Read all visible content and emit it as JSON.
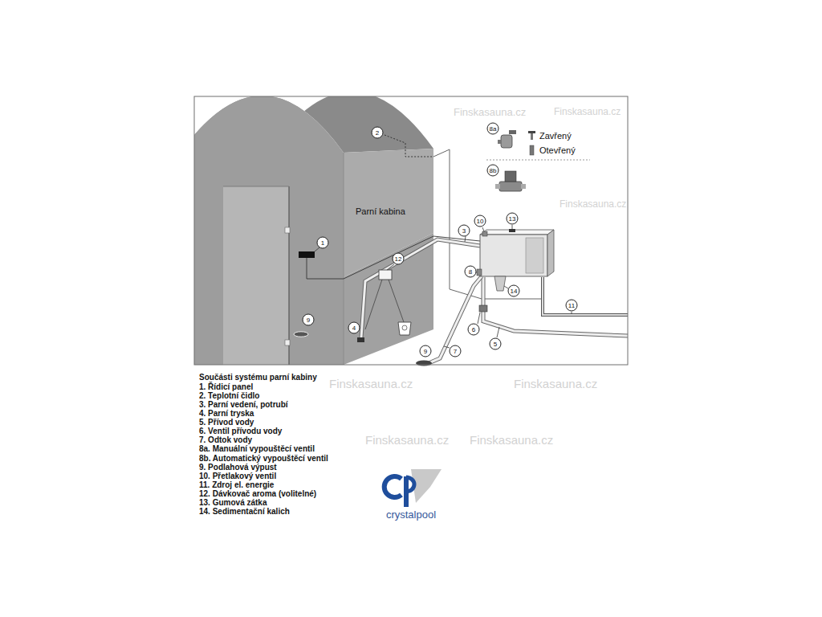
{
  "diagram": {
    "title": "Součásti systému parní kabiny",
    "nodes": [
      {
        "text": [
          "Parní kabina"
        ]
      }
    ],
    "labels": [
      "8a",
      "Zavřený",
      "Otevřený",
      "8b",
      "2",
      "1",
      "3",
      "10",
      "13",
      "12",
      "8",
      "14",
      "4",
      "9",
      "9",
      "6",
      "7",
      "5",
      "11",
      "1. Řídicí panel",
      "2. Teplotní čidlo",
      "3. Parní vedení, potrubí",
      "4. Parní tryska",
      "5. Přívod vody",
      "6. Ventil přívodu vody",
      "7. Odtok vody",
      "8a. Manuální vypouštěcí ventil",
      "8b. Automatický vypouštěcí ventil",
      "9. Podlahová výpust",
      "10. Přetlakový ventil",
      "11. Zdroj el. energie",
      "12. Dávkovač aroma (volitelné)",
      "13. Gumová zátka",
      "14. Sedimentační kalich",
      "crystalpool",
      "Finskasauna.cz",
      "Finskasauna.cz",
      "Finskasauna.cz",
      "Finskasauna.cz",
      "Finskasauna.cz",
      "Finskasauna.cz",
      "Finskasauna.cz"
    ]
  }
}
